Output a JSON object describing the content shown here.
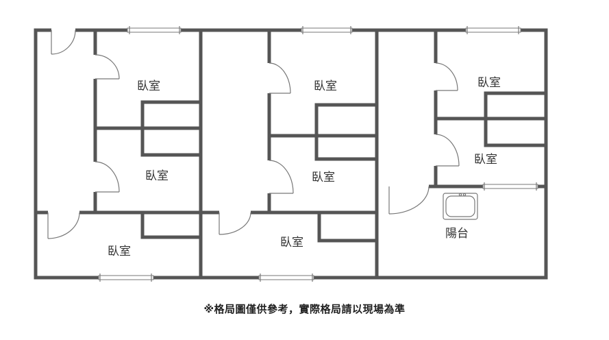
{
  "rooms": {
    "bedroom_label": "臥室",
    "balcony_label": "陽台"
  },
  "disclaimer": "※格局圖僅供參考，實際格局請以現場為準"
}
